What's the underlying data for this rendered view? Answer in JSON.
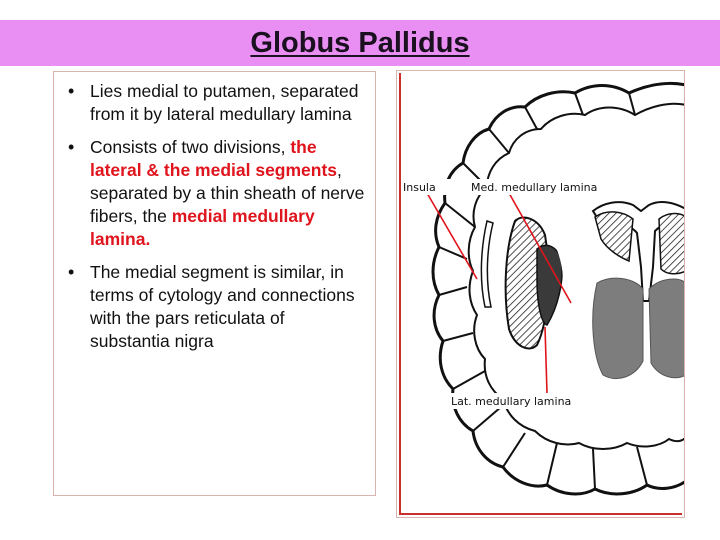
{
  "slide": {
    "title": "Globus Pallidus"
  },
  "bullets": [
    {
      "text": "Lies medial to putamen, separated from it by lateral medullary lamina"
    },
    {
      "text_before": "Consists of two divisions, ",
      "highlight1": "the lateral & the medial segments",
      "text_middle": ", separated by a thin sheath of nerve fibers, the ",
      "highlight2": "medial medullary lamina."
    },
    {
      "text": "The medial segment is similar, in terms of cytology and connections with the pars reticulata of substantia nigra"
    }
  ],
  "figure": {
    "labels": {
      "insula": "Insula",
      "med_lamina": "Med. medullary lamina",
      "lat_lamina": "Lat. medullary lamina"
    },
    "colors": {
      "highlight": "#e0141c",
      "pointer": "#e0141c",
      "gray_nucleus": "#7d7d7d",
      "dark_nucleus": "#3a3a3a"
    }
  }
}
